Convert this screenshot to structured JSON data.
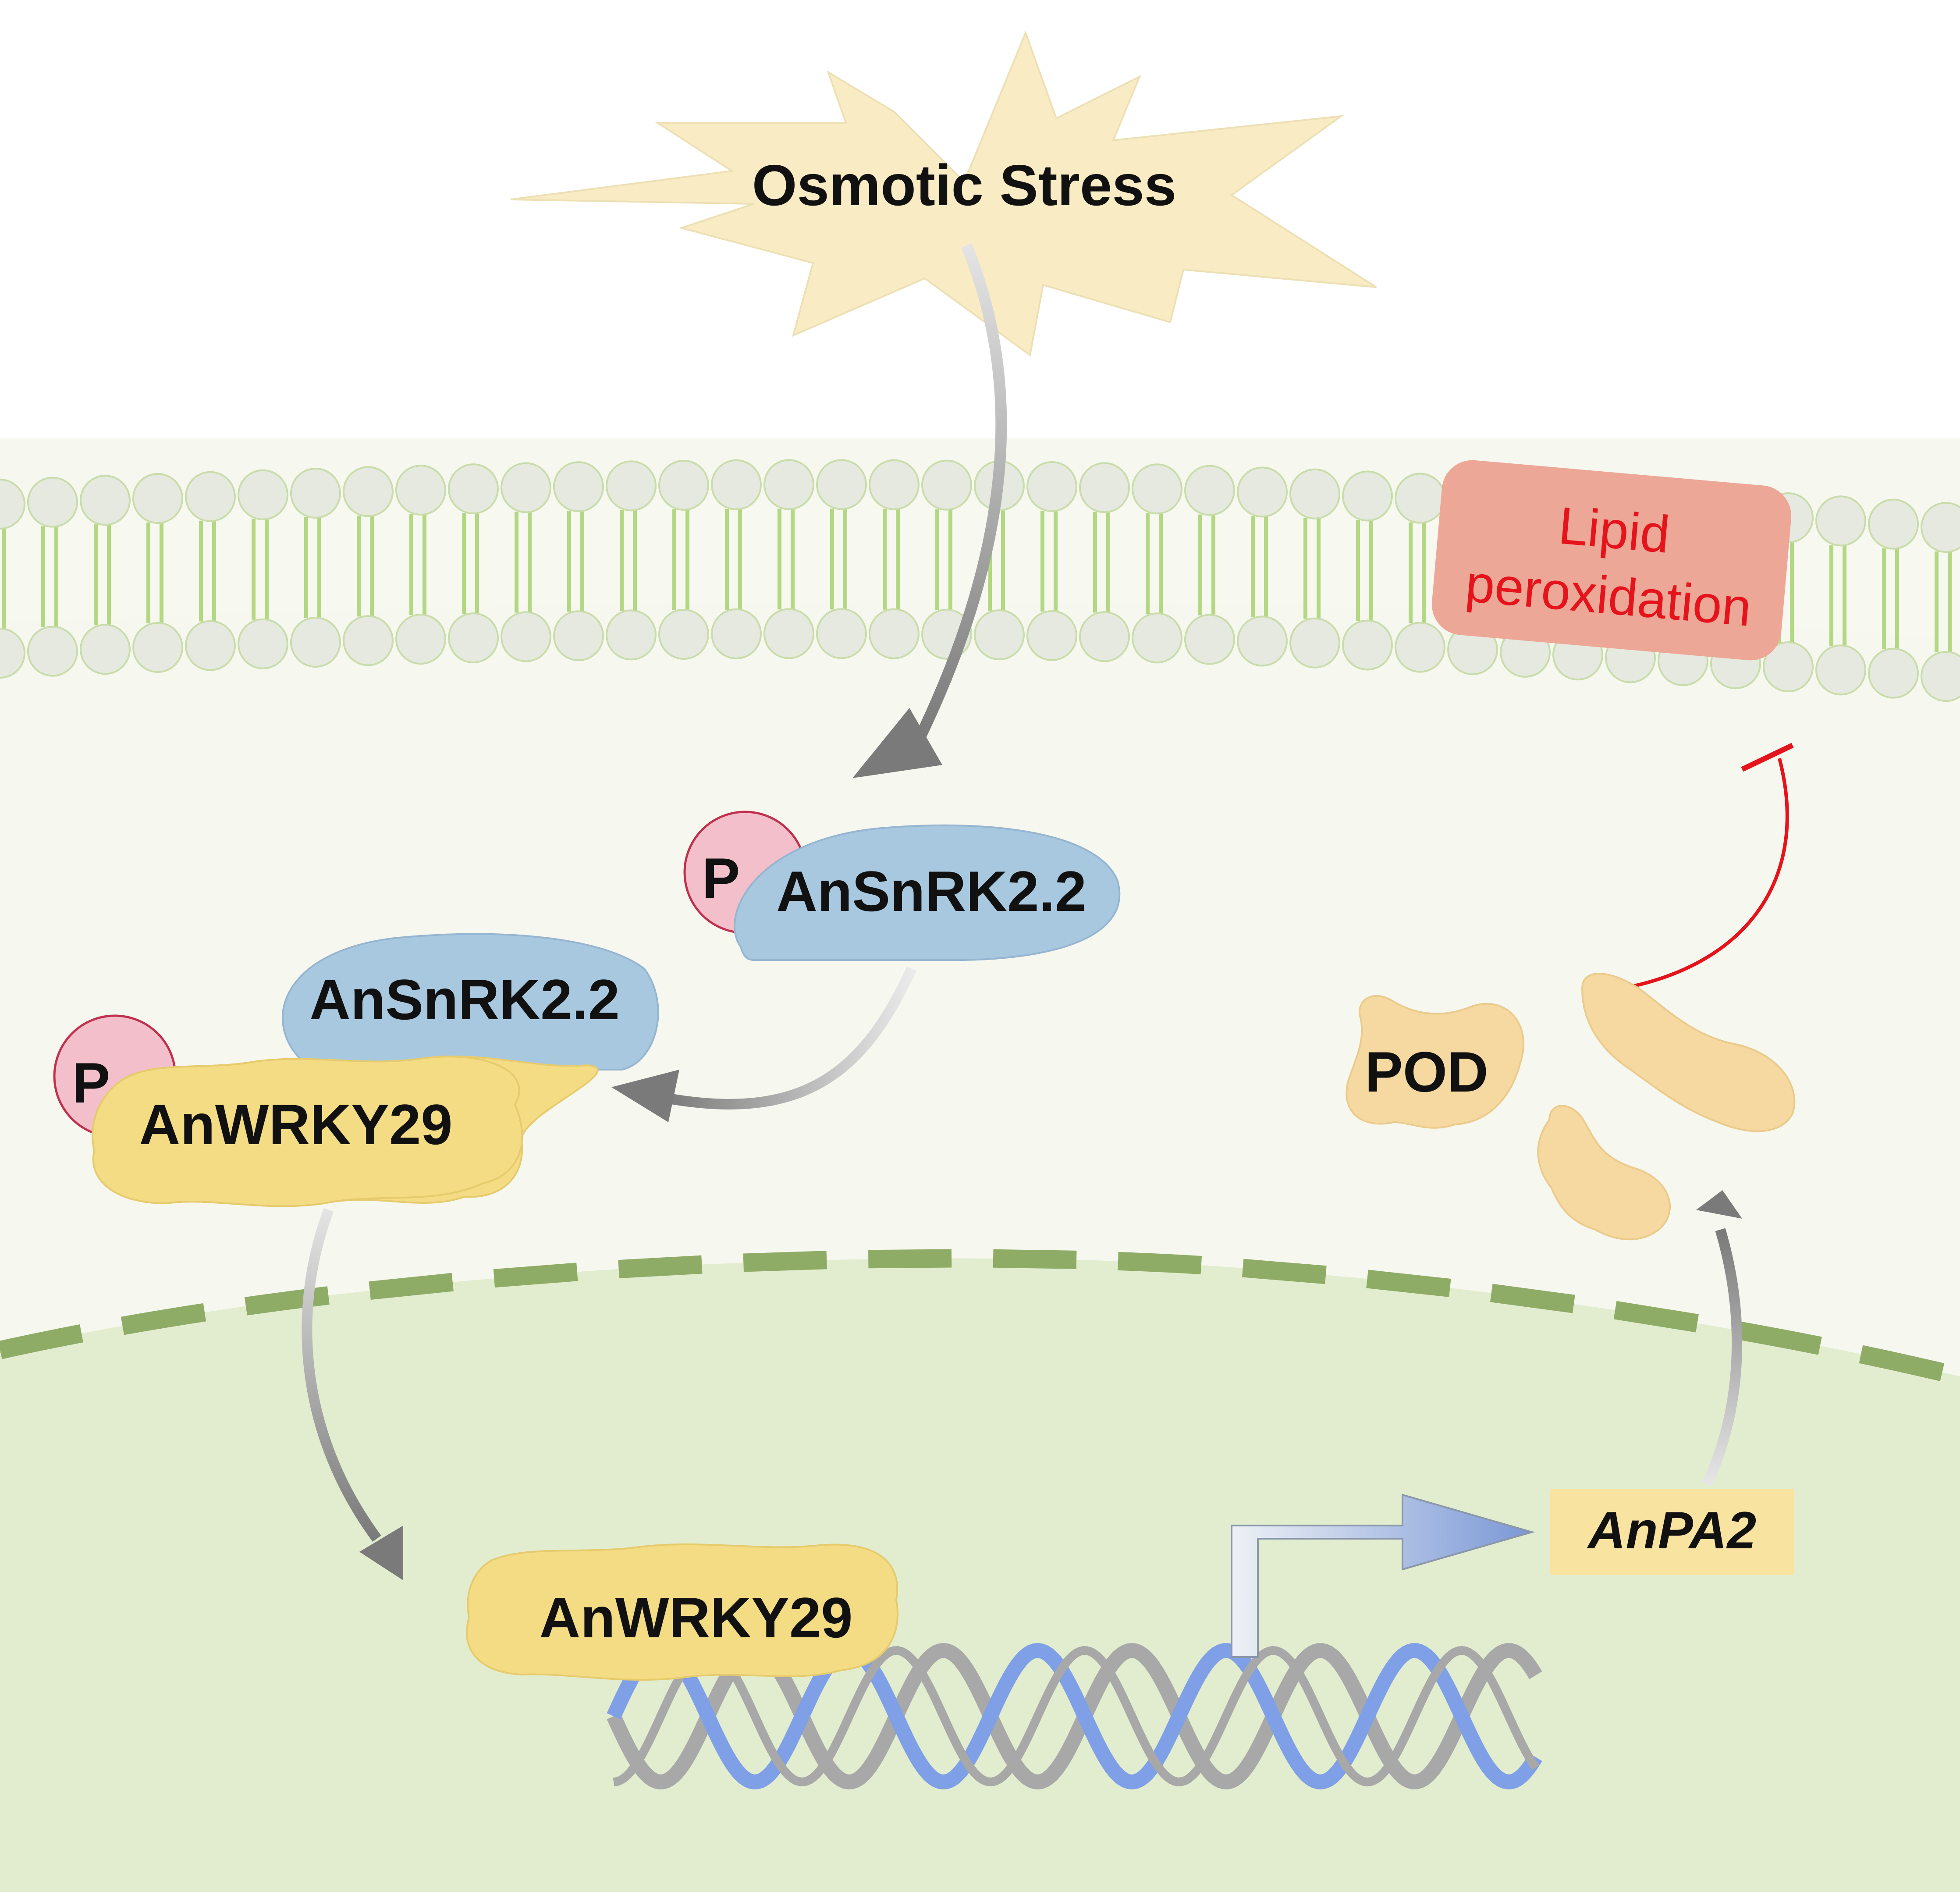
{
  "labels": {
    "stress": "Osmotic Stress",
    "lipid_line1": "Lipid",
    "lipid_line2": "peroxidation",
    "snrk_top": "AnSnRK2.2",
    "snrk_bottom": "AnSnRK2.2",
    "phospho_top": "P",
    "phospho_bottom": "P",
    "wrky_cyto": "AnWRKY29",
    "wrky_nucleus": "AnWRKY29",
    "pod": "POD",
    "gene": "AnPA2"
  },
  "colors": {
    "stress_fill": "#f9ebc4",
    "cytoplasm": "#f6f7ef",
    "nucleus": "#e2edd0",
    "nuclear_envelope": "#8fac66",
    "membrane_tail": "#b4d783",
    "membrane_head": "#e6e9df",
    "snrk_fill": "#a8c8e0",
    "phospho_fill": "#f2bfcb",
    "phospho_stroke": "#c0304e",
    "wrky_fill": "#f4dc84",
    "pod_fill": "#f6d9a0",
    "lipid_box": "#eca797",
    "lipid_text": "#e5131b",
    "gene_box": "#f9e3a1",
    "dna_gray": "#a8a8a8",
    "dna_blue": "#7f9fe6",
    "arrow_gray": "#7d7d7d",
    "inhibit_red": "#e5131b"
  },
  "icons": {
    "stress": "starburst",
    "membrane": "lipid-bilayer",
    "dna": "double-helix",
    "transcription": "bent-arrow",
    "inhibition": "t-bar"
  }
}
